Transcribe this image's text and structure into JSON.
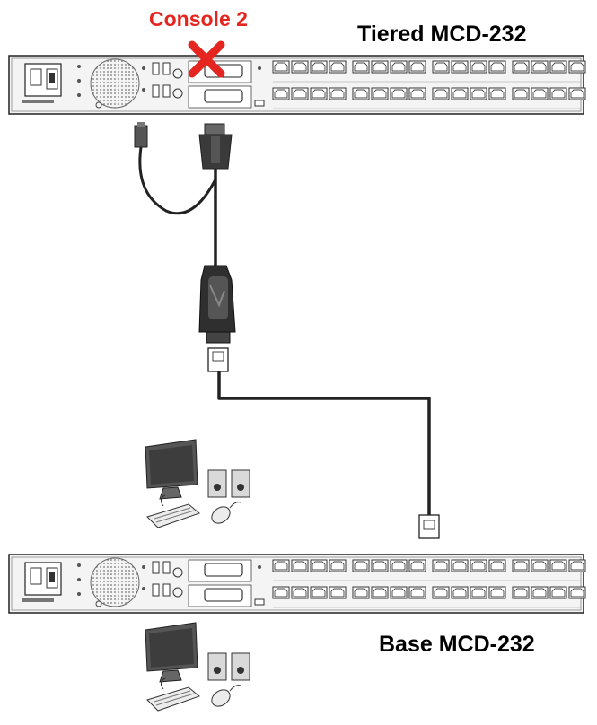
{
  "labels": {
    "console": "Console 2",
    "tiered_unit": "Tiered MCD-232",
    "base_unit": "Base MCD-232"
  },
  "colors": {
    "console_label": "#e52620",
    "cross_mark": "#e52620",
    "device_body": "#f2f2f2",
    "outline": "#222222"
  },
  "icons": {
    "blocked_port": "red-x-icon",
    "workstation": "monitor-keyboard-mouse-speakers-icon"
  }
}
